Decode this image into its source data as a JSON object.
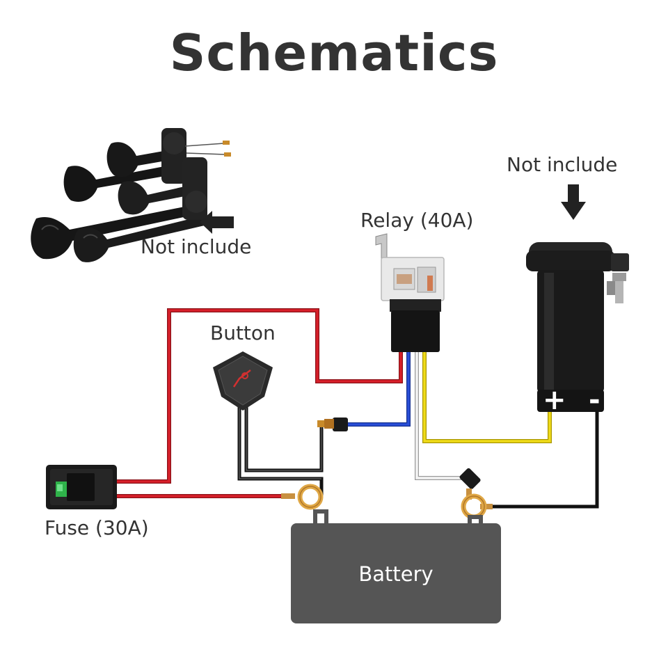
{
  "title": "Schematics",
  "labels": {
    "horn_not_include": "Not include",
    "compressor_not_include": "Not include",
    "relay": "Relay (40A)",
    "button": "Button",
    "fuse": "Fuse (30A)",
    "battery": "Battery",
    "plus": "+",
    "minus": "-"
  },
  "icons": {
    "arrow_left": "arrow-left-icon",
    "arrow_down": "arrow-down-icon"
  },
  "colors": {
    "wire_red": "#d8202a",
    "wire_black": "#1c1c1c",
    "wire_blue": "#2a4fd8",
    "wire_yellow": "#e6d20e",
    "wire_white": "#e8e8e8",
    "battery_body": "#555555",
    "text": "#333333"
  }
}
